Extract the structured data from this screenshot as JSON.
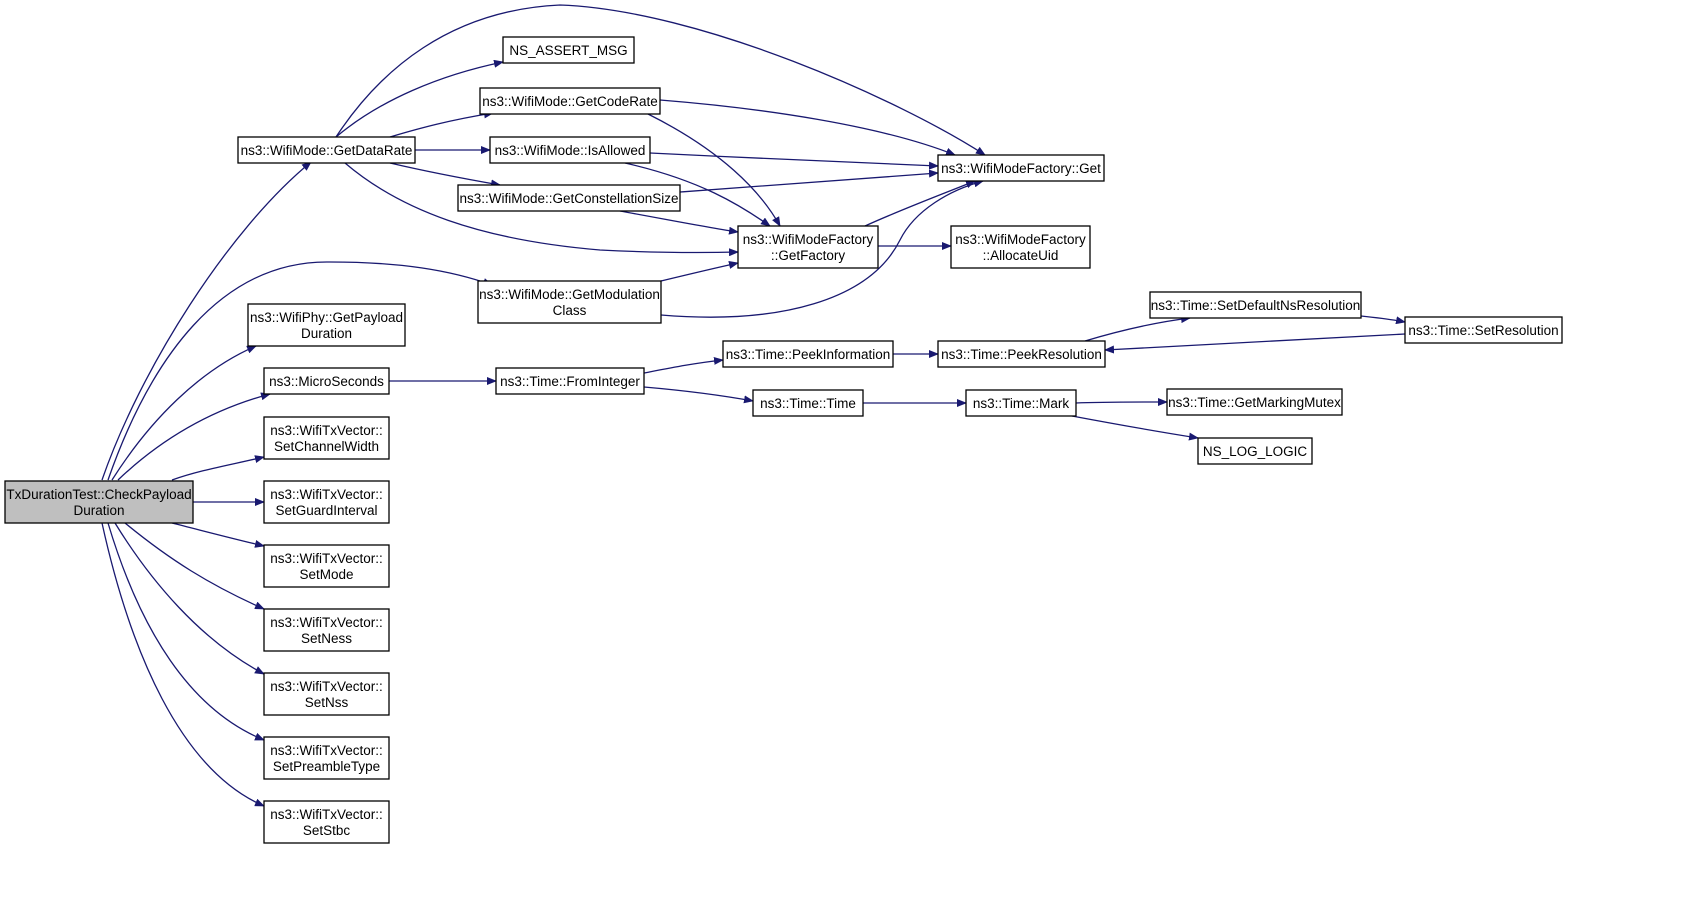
{
  "nodes": [
    {
      "id": "root",
      "lines": [
        "TxDurationTest::CheckPayload",
        "Duration"
      ],
      "highlight": true
    },
    {
      "id": "getDataRate",
      "lines": [
        "ns3::WifiMode::GetDataRate"
      ]
    },
    {
      "id": "getPayloadDuration",
      "lines": [
        "ns3::WifiPhy::GetPayload",
        "Duration"
      ]
    },
    {
      "id": "microSeconds",
      "lines": [
        "ns3::MicroSeconds"
      ]
    },
    {
      "id": "setChannelWidth",
      "lines": [
        "ns3::WifiTxVector::",
        "SetChannelWidth"
      ]
    },
    {
      "id": "setGuardInterval",
      "lines": [
        "ns3::WifiTxVector::",
        "SetGuardInterval"
      ]
    },
    {
      "id": "setMode",
      "lines": [
        "ns3::WifiTxVector::",
        "SetMode"
      ]
    },
    {
      "id": "setNess",
      "lines": [
        "ns3::WifiTxVector::",
        "SetNess"
      ]
    },
    {
      "id": "setNss",
      "lines": [
        "ns3::WifiTxVector::",
        "SetNss"
      ]
    },
    {
      "id": "setPreambleType",
      "lines": [
        "ns3::WifiTxVector::",
        "SetPreambleType"
      ]
    },
    {
      "id": "setStbc",
      "lines": [
        "ns3::WifiTxVector::",
        "SetStbc"
      ]
    },
    {
      "id": "nsAssertMsg",
      "lines": [
        "NS_ASSERT_MSG"
      ]
    },
    {
      "id": "getCodeRate",
      "lines": [
        "ns3::WifiMode::GetCodeRate"
      ]
    },
    {
      "id": "isAllowed",
      "lines": [
        "ns3::WifiMode::IsAllowed"
      ]
    },
    {
      "id": "getConstellationSize",
      "lines": [
        "ns3::WifiMode::GetConstellationSize"
      ]
    },
    {
      "id": "getModulationClass",
      "lines": [
        "ns3::WifiMode::GetModulation",
        "Class"
      ]
    },
    {
      "id": "factoryGet",
      "lines": [
        "ns3::WifiModeFactory::Get"
      ]
    },
    {
      "id": "getFactory",
      "lines": [
        "ns3::WifiModeFactory",
        "::GetFactory"
      ]
    },
    {
      "id": "allocateUid",
      "lines": [
        "ns3::WifiModeFactory",
        "::AllocateUid"
      ]
    },
    {
      "id": "fromInteger",
      "lines": [
        "ns3::Time::FromInteger"
      ]
    },
    {
      "id": "peekInformation",
      "lines": [
        "ns3::Time::PeekInformation"
      ]
    },
    {
      "id": "timeTime",
      "lines": [
        "ns3::Time::Time"
      ]
    },
    {
      "id": "peekResolution",
      "lines": [
        "ns3::Time::PeekResolution"
      ]
    },
    {
      "id": "timeMark",
      "lines": [
        "ns3::Time::Mark"
      ]
    },
    {
      "id": "setDefaultNsResolution",
      "lines": [
        "ns3::Time::SetDefaultNsResolution"
      ]
    },
    {
      "id": "setResolution",
      "lines": [
        "ns3::Time::SetResolution"
      ]
    },
    {
      "id": "getMarkingMutex",
      "lines": [
        "ns3::Time::GetMarkingMutex"
      ]
    },
    {
      "id": "nsLogLogic",
      "lines": [
        "NS_LOG_LOGIC"
      ]
    }
  ],
  "edges": [
    [
      "root",
      "getDataRate"
    ],
    [
      "root",
      "getModulationClass"
    ],
    [
      "root",
      "getPayloadDuration"
    ],
    [
      "root",
      "microSeconds"
    ],
    [
      "root",
      "setChannelWidth"
    ],
    [
      "root",
      "setGuardInterval"
    ],
    [
      "root",
      "setMode"
    ],
    [
      "root",
      "setNess"
    ],
    [
      "root",
      "setNss"
    ],
    [
      "root",
      "setPreambleType"
    ],
    [
      "root",
      "setStbc"
    ],
    [
      "getDataRate",
      "factoryGet"
    ],
    [
      "getDataRate",
      "nsAssertMsg"
    ],
    [
      "getDataRate",
      "getCodeRate"
    ],
    [
      "getDataRate",
      "isAllowed"
    ],
    [
      "getDataRate",
      "getConstellationSize"
    ],
    [
      "getDataRate",
      "getFactory"
    ],
    [
      "getCodeRate",
      "factoryGet"
    ],
    [
      "getCodeRate",
      "getFactory"
    ],
    [
      "isAllowed",
      "factoryGet"
    ],
    [
      "isAllowed",
      "getFactory"
    ],
    [
      "getConstellationSize",
      "factoryGet"
    ],
    [
      "getConstellationSize",
      "getFactory"
    ],
    [
      "getModulationClass",
      "getFactory"
    ],
    [
      "getModulationClass",
      "factoryGet"
    ],
    [
      "getFactory",
      "factoryGet"
    ],
    [
      "getFactory",
      "allocateUid"
    ],
    [
      "microSeconds",
      "fromInteger"
    ],
    [
      "fromInteger",
      "peekInformation"
    ],
    [
      "fromInteger",
      "timeTime"
    ],
    [
      "peekInformation",
      "peekResolution"
    ],
    [
      "peekResolution",
      "setDefaultNsResolution"
    ],
    [
      "setDefaultNsResolution",
      "setResolution"
    ],
    [
      "setResolution",
      "peekResolution"
    ],
    [
      "timeTime",
      "timeMark"
    ],
    [
      "timeMark",
      "getMarkingMutex"
    ],
    [
      "timeMark",
      "nsLogLogic"
    ]
  ],
  "colors": {
    "edge": "#191970",
    "node_border": "#000000",
    "node_fill": "#ffffff",
    "root_fill": "#bfbfbf"
  }
}
